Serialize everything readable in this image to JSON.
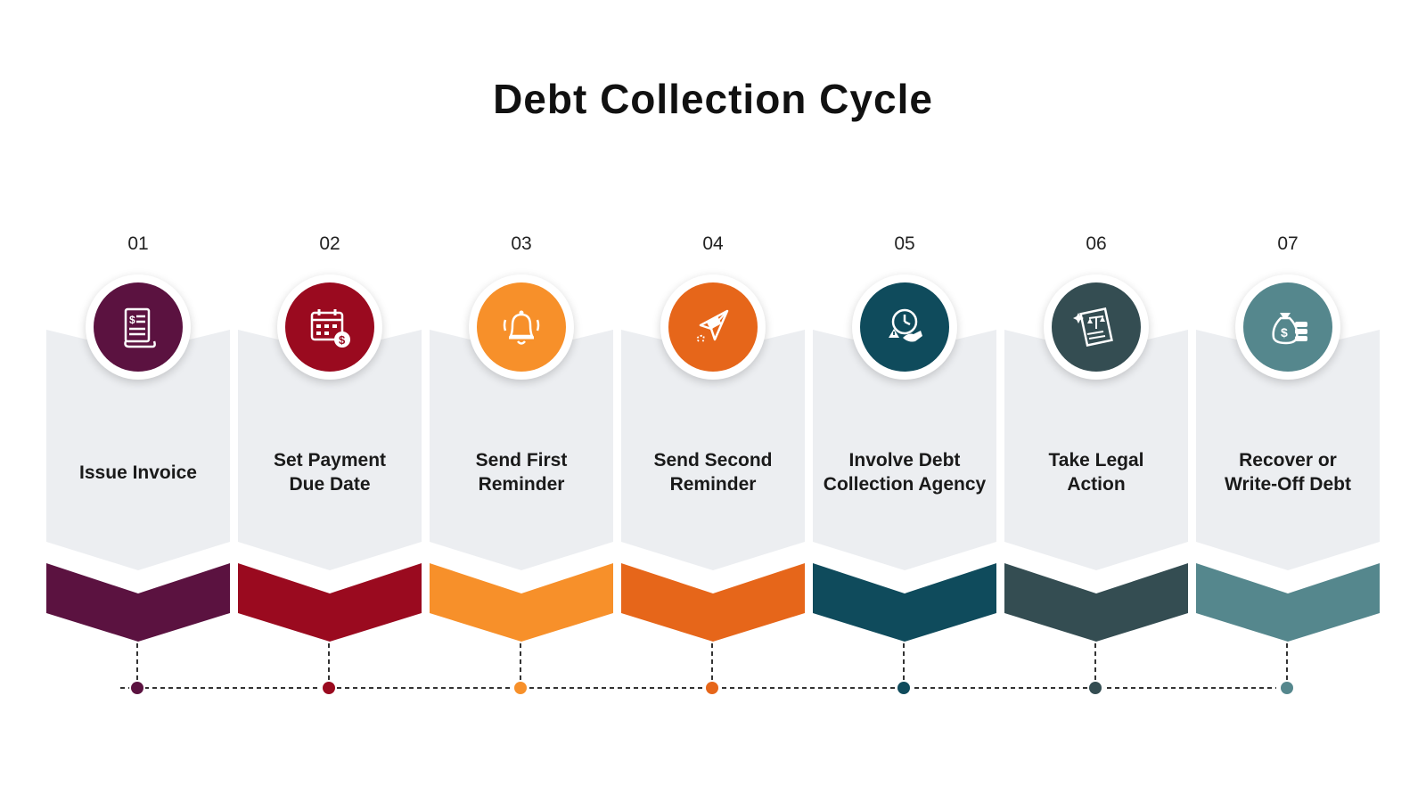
{
  "title": "Debt Collection Cycle",
  "steps": [
    {
      "number": "01",
      "line1": "Issue Invoice",
      "line2": "",
      "color": "#5b1240",
      "icon": "invoice-icon"
    },
    {
      "number": "02",
      "line1": "Set Payment",
      "line2": "Due Date",
      "color": "#9a0a1f",
      "icon": "calendar-dollar-icon"
    },
    {
      "number": "03",
      "line1": "Send First",
      "line2": "Reminder",
      "color": "#f7902a",
      "icon": "bell-icon"
    },
    {
      "number": "04",
      "line1": "Send Second",
      "line2": "Reminder",
      "color": "#e6661a",
      "icon": "paper-plane-icon"
    },
    {
      "number": "05",
      "line1": "Involve Debt",
      "line2": "Collection Agency",
      "color": "#0f4b5c",
      "icon": "clock-handshake-warning-icon"
    },
    {
      "number": "06",
      "line1": "Take Legal",
      "line2": "Action",
      "color": "#344d52",
      "icon": "legal-document-scales-icon"
    },
    {
      "number": "07",
      "line1": "Recover or",
      "line2": "Write-Off Debt",
      "color": "#55878d",
      "icon": "money-bag-coins-icon"
    }
  ],
  "colors": {
    "card_bg": "#eceef1",
    "timeline": "#333333"
  }
}
